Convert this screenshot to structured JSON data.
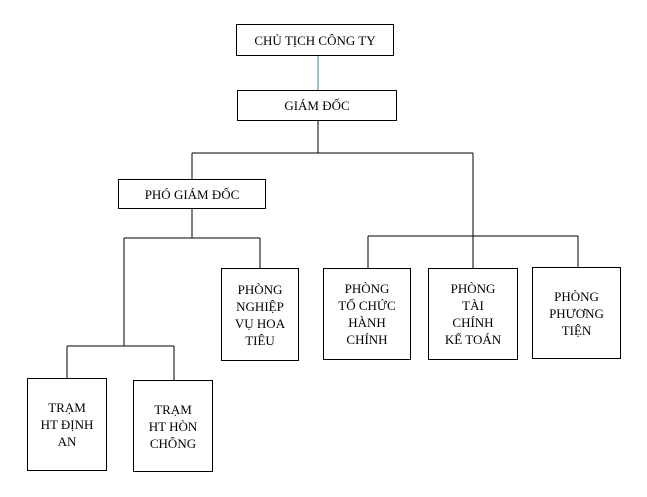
{
  "nodes": {
    "chairman": [
      "CHỦ TỊCH CÔNG TY"
    ],
    "director": [
      "GIÁM ĐỐC"
    ],
    "deputy_director": [
      "PHÓ GIÁM ĐỐC"
    ],
    "dept_pilot_ops": [
      "PHÒNG",
      "NGHIỆP",
      "VỤ HOA",
      "TIÊU"
    ],
    "dept_admin": [
      "PHÒNG",
      "TỔ CHỨC",
      "HÀNH",
      "CHÍNH"
    ],
    "dept_finance": [
      "PHÒNG",
      "TÀI",
      "CHÍNH",
      "KẾ TOÁN"
    ],
    "dept_vehicles": [
      "PHÒNG",
      "PHƯƠNG",
      "TIỆN"
    ],
    "station_dinh_an": [
      "TRẠM",
      "HT ĐỊNH",
      "AN"
    ],
    "station_hon_chong": [
      "TRẠM",
      "HT HÒN",
      "CHÔNG"
    ]
  },
  "colors": {
    "chairman_link": "#4a7f8f",
    "line": "#000000",
    "border": "#000000"
  }
}
